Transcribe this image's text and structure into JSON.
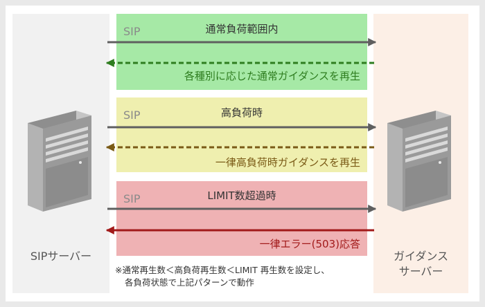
{
  "servers": {
    "left_label": "SIPサーバー",
    "right_label_line1": "ガイダンス",
    "right_label_line2": "サーバー"
  },
  "bands": {
    "normal": {
      "sip": "SIP",
      "title": "通常負荷範囲内",
      "response": "各種別に応じた通常ガイダンスを再生",
      "response_color": "#2e7d1f"
    },
    "high": {
      "sip": "SIP",
      "title": "高負荷時",
      "response": "一律高負荷時ガイダンスを再生",
      "response_color": "#7a5a16"
    },
    "limit": {
      "sip": "SIP",
      "title": "LIMIT数超過時",
      "response": "一律エラー(503)応答",
      "response_color": "#a21a1a"
    }
  },
  "colors": {
    "request_arrow": "#5f5f5f",
    "normal_band": "#a6e9a6",
    "high_band": "#efefaf",
    "limit_band": "#efb2b4"
  },
  "note": {
    "line1": "※通常再生数＜高負荷再生数＜LIMIT 再生数を設定し、",
    "line2": "各負荷状態で上記パターンで動作"
  }
}
